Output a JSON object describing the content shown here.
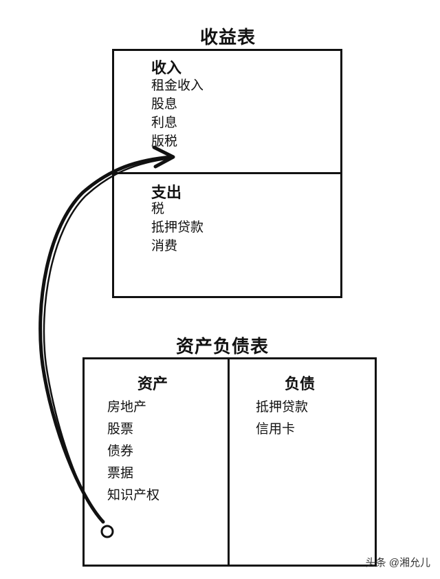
{
  "income_statement": {
    "title": "收益表",
    "income": {
      "heading": "收入",
      "items": [
        "租金收入",
        "股息",
        "利息",
        "版税"
      ]
    },
    "expenses": {
      "heading": "支出",
      "items": [
        "税",
        "抵押贷款",
        "消费"
      ]
    }
  },
  "balance_sheet": {
    "title": "资产负债表",
    "assets": {
      "heading": "资产",
      "items": [
        "房地产",
        "股票",
        "债券",
        "票据",
        "知识产权"
      ]
    },
    "liabilities": {
      "heading": "负债",
      "items": [
        "抵押贷款",
        "信用卡"
      ]
    }
  },
  "arrow": {
    "from": "资产",
    "to": "收入",
    "color": "#111111"
  },
  "watermark": "头条 @湘允儿"
}
